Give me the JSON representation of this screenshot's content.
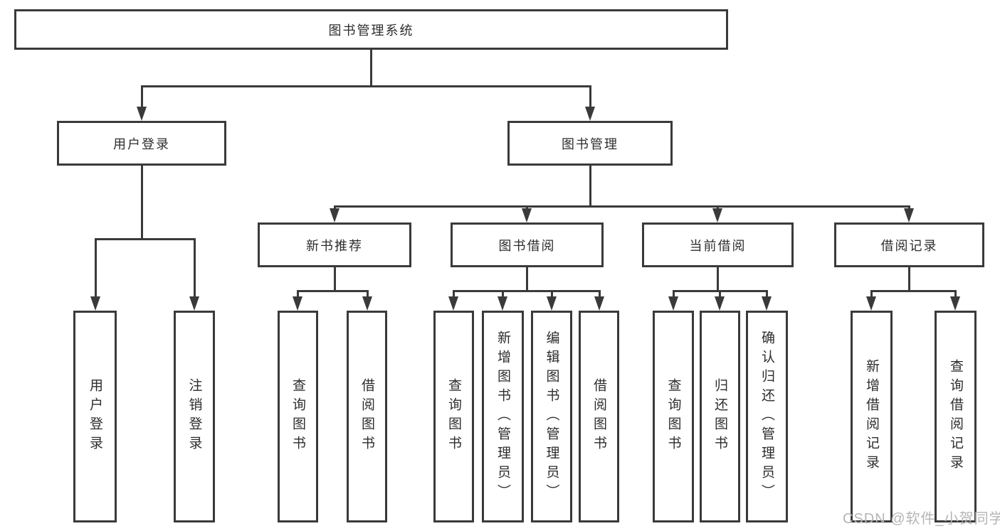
{
  "tree": {
    "root": {
      "label": "图书管理系统"
    },
    "children": [
      {
        "label": "用户登录",
        "children": [
          {
            "label": "用户登录"
          },
          {
            "label": "注销登录"
          }
        ]
      },
      {
        "label": "图书管理",
        "children": [
          {
            "label": "新书推荐",
            "children": [
              {
                "label": "查询图书"
              },
              {
                "label": "借阅图书"
              }
            ]
          },
          {
            "label": "图书借阅",
            "children": [
              {
                "label": "查询图书"
              },
              {
                "label": "新增图书（管理员）"
              },
              {
                "label": "编辑图书（管理员）"
              },
              {
                "label": "借阅图书"
              }
            ]
          },
          {
            "label": "当前借阅",
            "children": [
              {
                "label": "查询图书"
              },
              {
                "label": "归还图书"
              },
              {
                "label": "确认归还（管理员）"
              }
            ]
          },
          {
            "label": "借阅记录",
            "children": [
              {
                "label": "新增借阅记录"
              },
              {
                "label": "查询借阅记录"
              }
            ]
          }
        ]
      }
    ]
  },
  "watermark": {
    "text": "CSDN @软件_小贺同学"
  },
  "colors": {
    "line": "#3a3a3a",
    "text": "#2d2d2d",
    "watermark": "#b5b5b5",
    "background": "#ffffff"
  }
}
